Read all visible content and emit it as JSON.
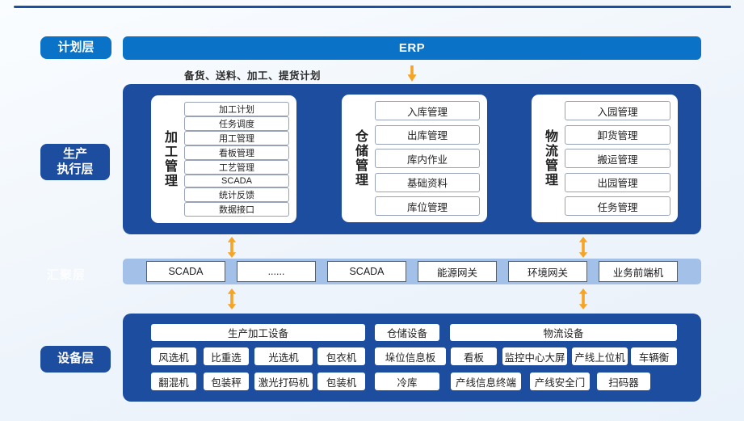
{
  "colors": {
    "accent": "#0a73c8",
    "dark": "#1d4d9f",
    "band": "#a3c1e8",
    "orange": "#f5a425",
    "topline": "#1b4fa0",
    "boxborder": "#97a2b6",
    "bandborder": "#565e6c"
  },
  "badges": {
    "planning": "计划层",
    "execution_line1": "生产",
    "execution_line2": "执行层",
    "convergence": "汇聚层",
    "device": "设备层"
  },
  "erp": {
    "label": "ERP"
  },
  "caption": {
    "text": "备货、送料、加工、提货计划"
  },
  "execution_cards": [
    {
      "title": "加工管理",
      "items": [
        "加工计划",
        "任务调度",
        "用工管理",
        "看板管理",
        "工艺管理",
        "SCADA",
        "统计反馈",
        "数据接口"
      ]
    },
    {
      "title": "仓储管理",
      "items": [
        "入库管理",
        "出库管理",
        "库内作业",
        "基础资料",
        "库位管理"
      ]
    },
    {
      "title": "物流管理",
      "items": [
        "入园管理",
        "卸货管理",
        "搬运管理",
        "出园管理",
        "任务管理"
      ]
    }
  ],
  "convergence_boxes": [
    "SCADA",
    "......",
    "SCADA",
    "能源网关",
    "环境网关",
    "业务前端机"
  ],
  "device": {
    "headers": [
      "生产加工设备",
      "仓储设备",
      "物流设备"
    ],
    "production_rows": [
      [
        "风选机",
        "比重选",
        "光选机",
        "包衣机"
      ],
      [
        "翻混机",
        "包装秤",
        "激光打码机",
        "包装机"
      ]
    ],
    "warehouse_rows": [
      [
        "垛位信息板"
      ],
      [
        "冷库"
      ]
    ],
    "logistics_rows": [
      [
        "看板",
        "监控中心大屏",
        "产线上位机",
        "车辆衡"
      ],
      [
        "产线信息终端",
        "产线安全门",
        "扫码器"
      ]
    ]
  }
}
